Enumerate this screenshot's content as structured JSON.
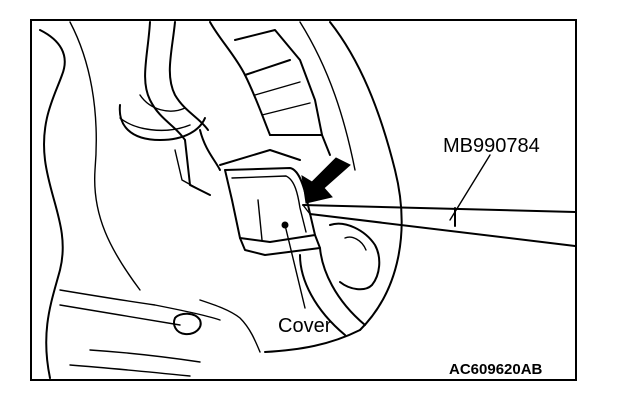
{
  "labels": {
    "tool": "MB990784",
    "part": "Cover",
    "figure_id": "AC609620AB"
  },
  "colors": {
    "ink": "#000000",
    "paper": "#ffffff"
  },
  "icons": {
    "pointer": "pointer-arrow-icon"
  }
}
